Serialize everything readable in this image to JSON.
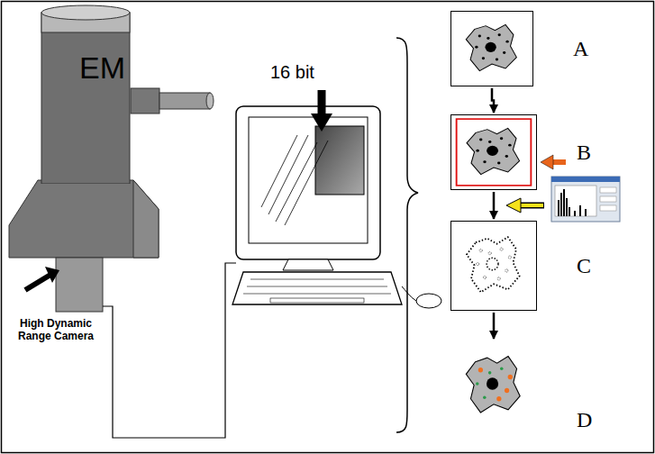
{
  "diagram": {
    "nodes": [
      {
        "text": [
          "EM"
        ]
      },
      {
        "text": [
          "A"
        ]
      },
      {
        "text": [
          "B"
        ]
      },
      {
        "text": [
          "C"
        ]
      },
      {
        "text": [
          "D"
        ]
      }
    ],
    "edges": [
      {
        "from": 1,
        "to": 2,
        "arrow": "to"
      },
      {
        "from": 2,
        "to": 3,
        "arrow": "to"
      },
      {
        "from": 3,
        "to": 4,
        "arrow": "to"
      }
    ],
    "labels": [
      "16 bit",
      "High Dynamic Range Camera"
    ]
  }
}
